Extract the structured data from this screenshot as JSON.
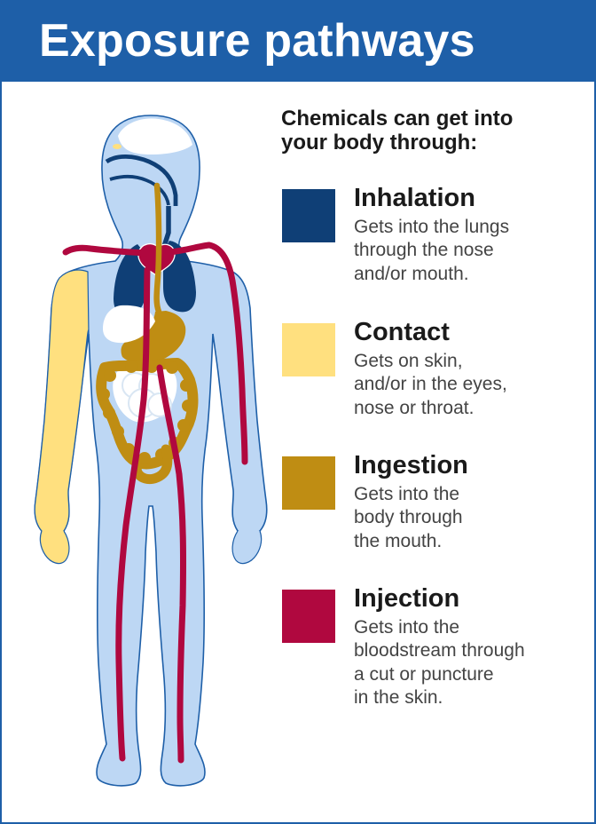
{
  "title": "Exposure pathways",
  "intro": [
    "Chemicals can get into",
    "your body through:"
  ],
  "colors": {
    "header": "#1e5fa8",
    "inhalation": "#0f3f76",
    "contact": "#ffe07f",
    "ingestion": "#bf8d13",
    "injection": "#b0083f",
    "body": "#bdd7f4",
    "outline": "#1e5fa8"
  },
  "legend": [
    {
      "name": "Inhalation",
      "lines": [
        "Gets into the lungs",
        "through the nose",
        "and/or mouth."
      ],
      "color": "#0f3f76"
    },
    {
      "name": "Contact",
      "lines": [
        "Gets on skin,",
        "and/or in the eyes,",
        "nose or throat."
      ],
      "color": "#ffe07f"
    },
    {
      "name": "Ingestion",
      "lines": [
        "Gets into the",
        "body through",
        "the mouth."
      ],
      "color": "#bf8d13"
    },
    {
      "name": "Injection",
      "lines": [
        "Gets into the",
        "bloodstream through",
        "a cut or puncture",
        "in the skin."
      ],
      "color": "#b0083f"
    }
  ]
}
